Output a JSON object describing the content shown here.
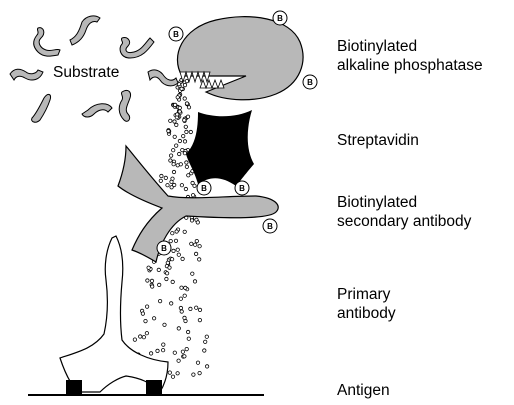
{
  "labels": {
    "substrate": "Substrate",
    "enzyme_line1": "Biotinylated",
    "enzyme_line2": "alkaline phosphatase",
    "streptavidin": "Streptavidin",
    "secondary_line1": "Biotinylated",
    "secondary_line2": "secondary antibody",
    "primary_line1": "Primary",
    "primary_line2": "antibody",
    "antigen": "Antigen"
  },
  "biotin_marker": "B",
  "colors": {
    "shape_fill": "#b8b8b8",
    "outline": "#000000",
    "streptavidin_fill": "#000000",
    "primary_fill": "#ffffff",
    "background": "#ffffff"
  }
}
